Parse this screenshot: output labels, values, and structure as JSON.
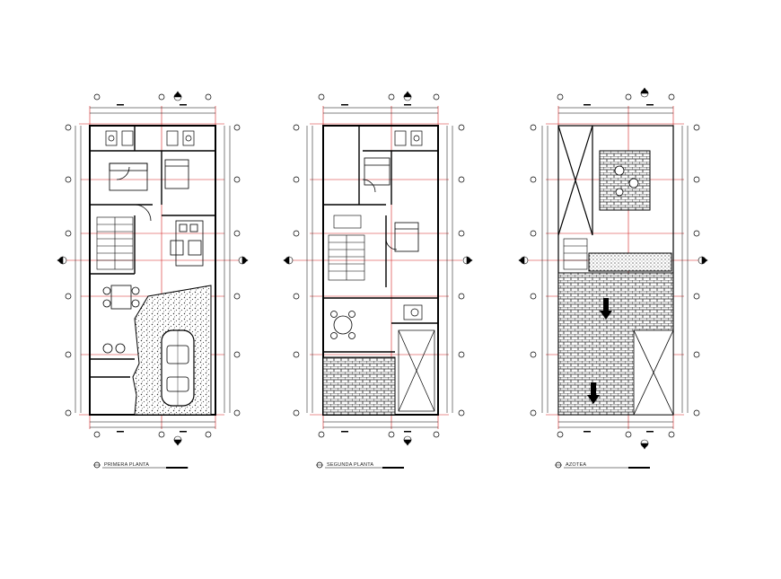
{
  "plans": [
    {
      "id": "primera",
      "title": "PRIMERA PLANTA"
    },
    {
      "id": "segunda",
      "title": "SEGUNDA PLANTA"
    },
    {
      "id": "azotea",
      "title": "AZOTEA"
    }
  ],
  "colors": {
    "wall": "#000000",
    "dimension": "#d42020",
    "hatch": "#333333",
    "background": "#ffffff"
  }
}
